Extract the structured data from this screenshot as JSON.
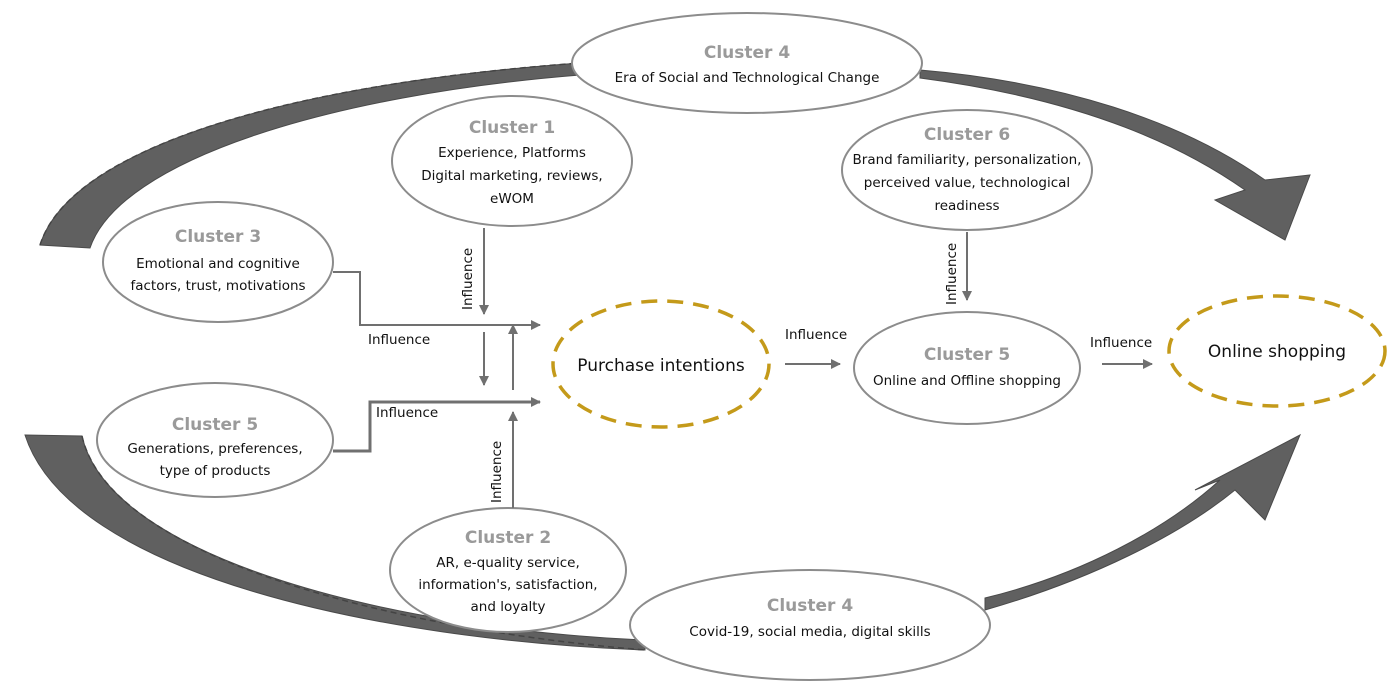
{
  "colors": {
    "accent": "#c49a1a",
    "cluster_title": "#9a9a9a",
    "arrow": "#707070",
    "band": "#606060"
  },
  "top_cluster4": {
    "title": "Cluster 4",
    "lines": [
      "Era of Social and Technological Change"
    ]
  },
  "cluster1": {
    "title": "Cluster 1",
    "lines": [
      "Experience, Platforms",
      "Digital marketing, reviews,",
      "eWOM"
    ]
  },
  "cluster6": {
    "title": "Cluster 6",
    "lines": [
      "Brand familiarity, personalization,",
      "perceived value, technological",
      "readiness"
    ]
  },
  "cluster3": {
    "title": "Cluster 3",
    "lines": [
      "Emotional and cognitive",
      "factors, trust, motivations"
    ]
  },
  "cluster5_left": {
    "title": "Cluster 5",
    "lines": [
      "Generations, preferences,",
      "type of products"
    ]
  },
  "cluster2": {
    "title": "Cluster 2",
    "lines": [
      "AR, e-quality service,",
      "information's, satisfaction,",
      "and loyalty"
    ]
  },
  "bottom_cluster4": {
    "title": "Cluster 4",
    "lines": [
      "Covid-19,  social media, digital skills"
    ]
  },
  "cluster5_mid": {
    "title": "Cluster 5",
    "lines": [
      "Online and Offline shopping"
    ]
  },
  "purchase": {
    "label": "Purchase intentions"
  },
  "online": {
    "label": "Online shopping"
  },
  "influence_labels": {
    "c3": "Influence",
    "c5": "Influence",
    "c1": "Influence",
    "c2": "Influence",
    "c6": "Influence",
    "purchase_to_c5": "Influence",
    "c5_to_online": "Influence"
  }
}
